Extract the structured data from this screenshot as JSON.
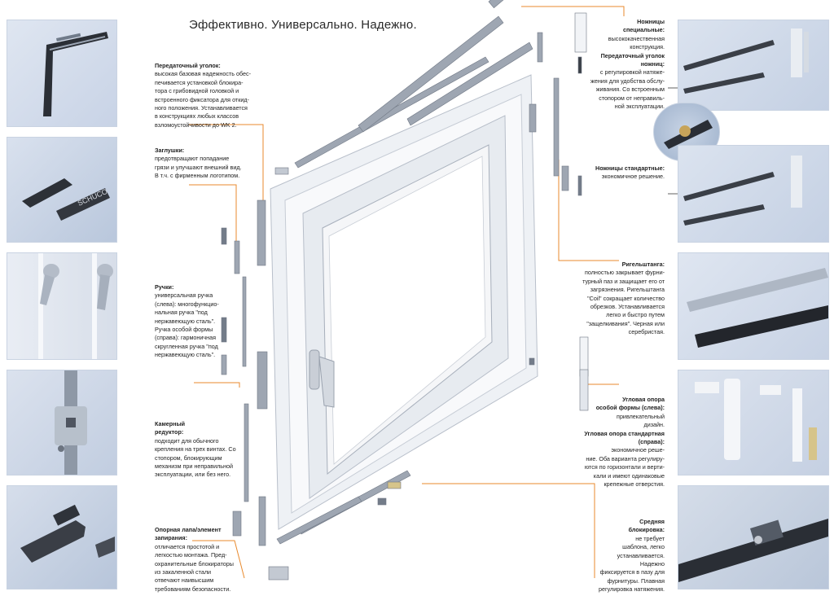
{
  "title": "Эффективно. Универсально. Надежно.",
  "brand": {
    "logo_text": "SCHÜCO",
    "accent_line_color": "#e8892c"
  },
  "callouts": {
    "corner_drive": {
      "heading": "Передаточный уголок:",
      "body": "высокая базовая надежность обес-\nпечивается установкой блокира-\nтора с грибовидной головкой и\nвстроенного фиксатора для откид-\nного положения. Устанавливается\nв конструкциях любых классов\nвзломоустойчивости до WK 2."
    },
    "caps": {
      "heading": "Заглушки:",
      "body": "предотвращают попадание\nгрязи и улучшают внешний вид.\nВ т.ч. с фирменным логотипом."
    },
    "handles": {
      "heading": "Ручки:",
      "body": "универсальная ручка\n(слева): многофункцио-\nнальная ручка \"под\nнержавеющую сталь\".\nРучка особой формы\n(справа): гармоничная\nскругленная ручка \"под\nнержавеющую сталь\"."
    },
    "cam_gear": {
      "heading": "Камерный\nредуктор:",
      "body": "подходит для обычного\nкрепления на трех винтах. Со\nстопором, блокирующим\nмеханизм при неправильной\nэксплуатации, или без него."
    },
    "striker": {
      "heading": "Опорная лапа/элемент\nзапирания:",
      "body": "отличается простотой и\nлегкостью монтажа. Пред-\nохранительные блокираторы\nиз закаленной стали\nотвечают наивысшим\nтребованиям безопасности."
    },
    "special_stay": {
      "heading": "Ножницы\nспециальные:",
      "body": "высококачественная\nконструкция."
    },
    "stay_corner": {
      "heading": "Передаточный уголок\nножниц:",
      "body": "с регулировкой натяже-\nжения для удобства обслу-\nживания. Со встроенным\nстопором от неправиль-\nной эксплуатации."
    },
    "standard_stay": {
      "heading": "Ножницы стандартные:",
      "body": "экономичное решение."
    },
    "locking_rod": {
      "heading": "Ригельштанга:",
      "body": "полностью закрывает фурни-\nтурный паз и защищает его от\nзагрязнения. Ригельштанга\n\"Coil\" сокращает количество\nобрезков. Устанавливается\nлегко и быстро путем\n\"защелкивания\". Черная или\nсеребристая."
    },
    "corner_hinge": {
      "heading1": "Угловая опора\nособой формы (слева):",
      "body1": "привлекательный\nдизайн.",
      "heading2": "Угловая опора стандартная\n(справа):",
      "body2": "экономичное реше-\nние. Оба варианта регулиру-\nются по горизонтали и верти-\nкали и имеют одинаковые\nкрепежные отверстия."
    },
    "middle_lock": {
      "heading": "Средняя\nблокировка:",
      "body": "не требует\nшаблона, легко\nустанавливается.\nНадежно\nфиксируется в пазу для\nфурнитуры. Плавная\nрегулировка натяжения."
    }
  }
}
